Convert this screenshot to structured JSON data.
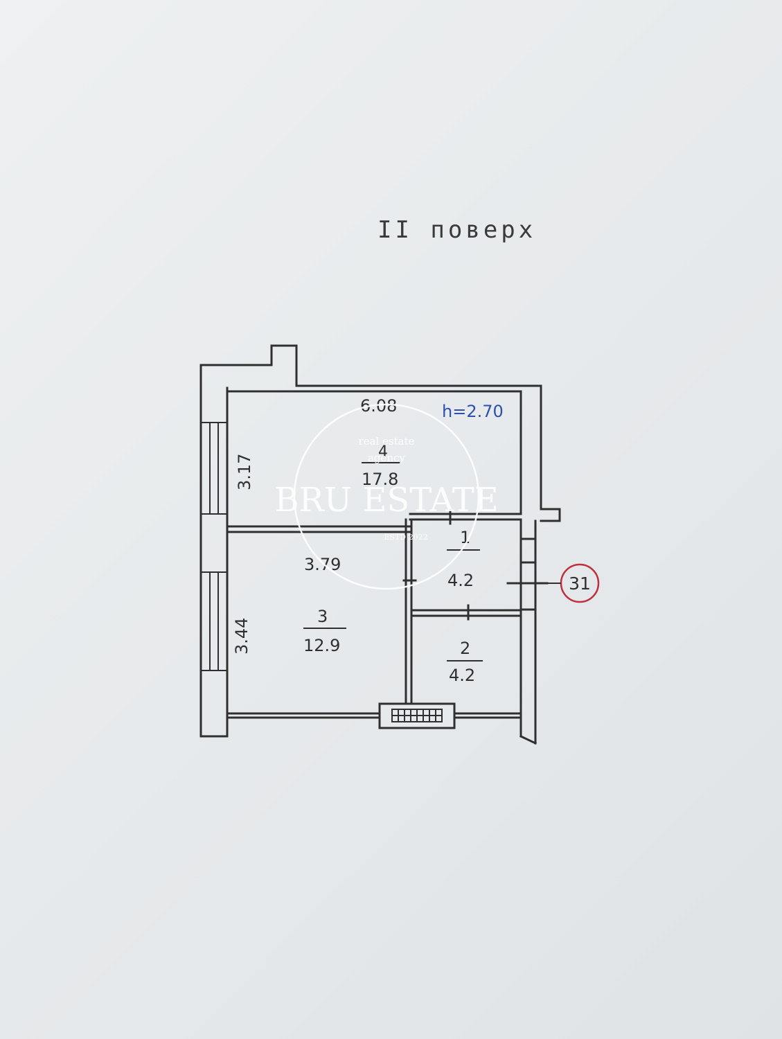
{
  "document": {
    "floor_title": "II поверх",
    "ceiling_height": "h=2.70",
    "apartment_marker": "31"
  },
  "rooms": [
    {
      "number": "4",
      "area": "17.8"
    },
    {
      "number": "3",
      "area": "12.9"
    },
    {
      "number": "1",
      "area": "4.2"
    },
    {
      "number": "2",
      "area": "4.2"
    }
  ],
  "dimensions": {
    "top_width": "6.08",
    "left_upper": "3.17",
    "middle_width": "3.79",
    "left_lower": "3.44"
  },
  "watermark": {
    "tagline_1": "real estate",
    "tagline_2": "agency",
    "brand": "BRU ESTATE",
    "established": "ESTD 2022"
  },
  "colors": {
    "paper": "#e9ecee",
    "ink": "#2f2f2f",
    "height_label": "#2d4fb0",
    "marker_circle": "#c0303a",
    "watermark": "#ffffff"
  }
}
